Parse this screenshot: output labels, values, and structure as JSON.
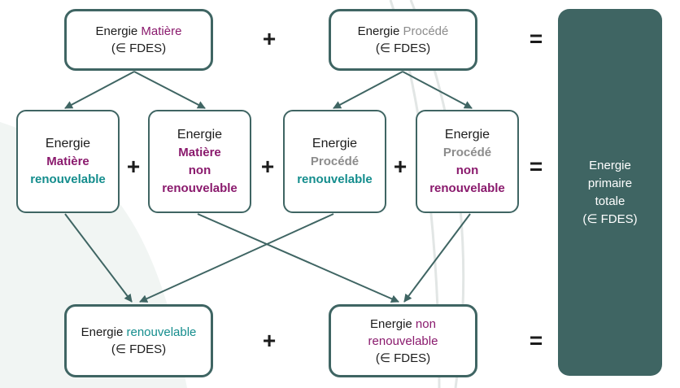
{
  "top": {
    "matiere": {
      "prefix": "Energie ",
      "highlight": "Matière",
      "suffix": "(∈ FDES)"
    },
    "procede": {
      "prefix": "Energie ",
      "highlight": "Procédé",
      "suffix": "(∈ FDES)"
    }
  },
  "middle": [
    {
      "line1": "Energie",
      "line2": "Matière",
      "line3": "renouvelable",
      "line4": ""
    },
    {
      "line1": "Energie",
      "line2": "Matière",
      "line3": "non",
      "line4": "renouvelable"
    },
    {
      "line1": "Energie",
      "line2": "Procédé",
      "line3": "renouvelable",
      "line4": ""
    },
    {
      "line1": "Energie",
      "line2": "Procédé",
      "line3": "non",
      "line4": "renouvelable"
    }
  ],
  "bottom": {
    "renouvelable": {
      "prefix": "Energie ",
      "highlight": "renouvelable",
      "suffix": "(∈ FDES)"
    },
    "non_renouvelable": {
      "prefix": "Energie ",
      "highlight1": "non",
      "highlight2": "renouvelable",
      "suffix": "(∈ FDES)"
    }
  },
  "total": {
    "line1": "Energie",
    "line2": "primaire",
    "line3": "totale",
    "line4": "(∈ FDES)"
  },
  "operators": {
    "plus": "+",
    "equals": "="
  },
  "colors": {
    "box_border": "#3f6563",
    "total_fill": "#3f6563",
    "matiere": "#8a1a6d",
    "procede": "#8c8c8c",
    "renouvelable": "#148d8d",
    "non_renouvelable": "#8a1a6d"
  }
}
